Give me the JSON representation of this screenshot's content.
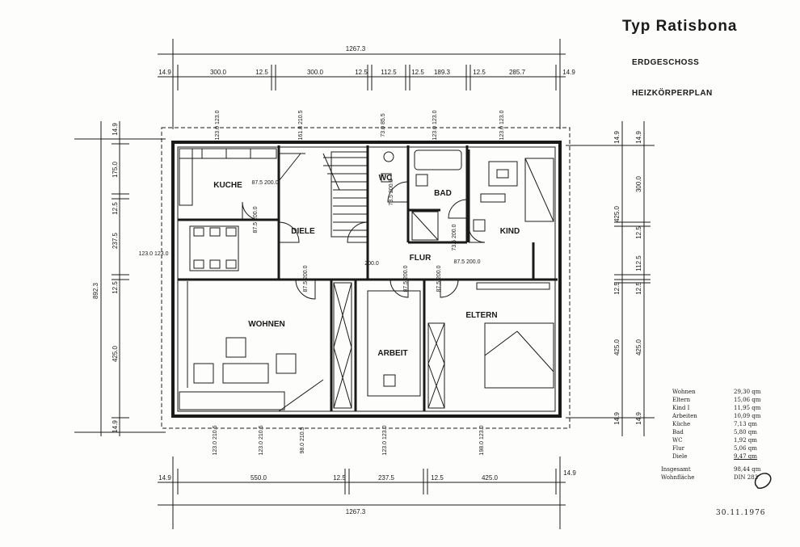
{
  "title": {
    "main": "Typ Ratisbona",
    "floor": "ERDGESCHOSS",
    "plan": "HEIZKÖRPERPLAN"
  },
  "rooms": {
    "kuche": "KUCHE",
    "diele": "DIELE",
    "wc": "WC",
    "bad": "BAD",
    "kind": "KIND",
    "flur": "FLUR",
    "wohnen": "WOHNEN",
    "arbeit": "ARBEIT",
    "eltern": "ELTERN"
  },
  "dimensions": {
    "top_total": "1267.3",
    "bottom_total": "1267.3",
    "left_total": "892.3",
    "top_segments": [
      "14.9",
      "300.0",
      "12.5",
      "300.0",
      "12.5",
      "112.5",
      "12.5",
      "189.3",
      "12.5",
      "285.7",
      "14.9"
    ],
    "bottom_segments": [
      "14.9",
      "550.0",
      "12.5",
      "237.5",
      "12.5",
      "425.0",
      "14.9"
    ],
    "left_segments": [
      "14.9",
      "175.0",
      "12.5",
      "237.5",
      "12.5",
      "425.0",
      "14.9"
    ],
    "right_outer": [
      "14.9",
      "300.0",
      "12.5",
      "112.5",
      "12.5",
      "425.0",
      "14.9"
    ],
    "right_inner": [
      "14.9",
      "425.0",
      "12.5",
      "425.0",
      "14.9"
    ],
    "openings_top": [
      "123.0 123.0",
      "161.8 210.5",
      "73.0 85.5",
      "123.0 123.0",
      "123.0 123.0"
    ],
    "openings_bottom": [
      "123.0 210.5",
      "123.0 210.5",
      "98.0 210.5",
      "123.0 123.0",
      "198.0 123.0"
    ],
    "opening_left": "123.0 123.0",
    "doors": {
      "kuche_a": "87.5 200.0",
      "kuche_b": "87.5 200.0",
      "wc": "73.5 200.0",
      "flur_left": "200.0",
      "bad": "73.5 200.0",
      "kind": "87.5 200.0",
      "wohnen": "87.5 200.0",
      "arbeit": "87.5 200.0",
      "eltern": "87.5 200.0"
    }
  },
  "areas": {
    "rows": [
      {
        "name": "Wohnen",
        "value": "29,30 qm"
      },
      {
        "name": "Eltern",
        "value": "15,06 qm"
      },
      {
        "name": "Kind I",
        "value": "11,95 qm"
      },
      {
        "name": "Arbeiten",
        "value": "10,09 qm"
      },
      {
        "name": "Küche",
        "value": "7,13 qm"
      },
      {
        "name": "Bad",
        "value": "5,80 qm"
      },
      {
        "name": "WC",
        "value": "1,92 qm"
      },
      {
        "name": "Flur",
        "value": "5,06 qm"
      },
      {
        "name": "Diele",
        "value": "9,47 qm"
      }
    ],
    "total_label": "Insgesamt",
    "total_value": "98,44 qm",
    "basis_label": "Wohnfläche",
    "basis_value": "DIN 283"
  },
  "date": "30.11.1976"
}
